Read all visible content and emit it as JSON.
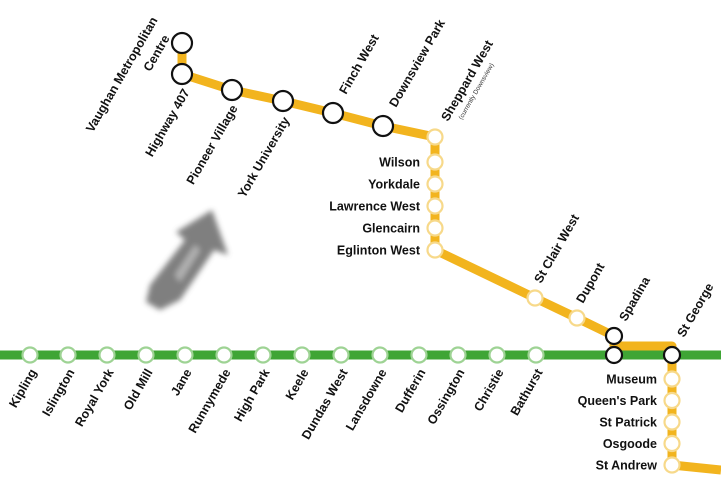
{
  "colors": {
    "yellow_line": "#f2b41e",
    "green_line": "#3fa535",
    "yellow_station_stroke": "#f7d98a",
    "green_station_stroke": "#9ed394",
    "new_station_stroke": "#111111"
  },
  "yellow_line": {
    "extension_stations": [
      "Vaughan Metropolitan Centre",
      "Highway 407",
      "Pioneer Village",
      "York University",
      "Finch West",
      "Downsview Park"
    ],
    "vaughan_label_lines": [
      "Vaughan Metropolitan",
      "Centre"
    ],
    "sheppard_west": {
      "name": "Sheppard West",
      "note": "(currently Downsview)"
    },
    "vertical_north": [
      "Wilson",
      "Yorkdale",
      "Lawrence West",
      "Glencairn",
      "Eglinton West"
    ],
    "diagonal": [
      "St Clair West",
      "Dupont"
    ],
    "vertical_south": [
      "Museum",
      "Queen's Park",
      "St Patrick",
      "Osgoode",
      "St Andrew"
    ]
  },
  "interchanges": [
    "Spadina",
    "St George"
  ],
  "green_line": {
    "stations": [
      "Kipling",
      "Islington",
      "Royal York",
      "Old Mill",
      "Jane",
      "Runnymede",
      "High Park",
      "Keele",
      "Dundas West",
      "Lansdowne",
      "Dufferin",
      "Ossington",
      "Christie",
      "Bathurst"
    ]
  },
  "cursor": {
    "icon": "arrow-cursor-icon"
  }
}
